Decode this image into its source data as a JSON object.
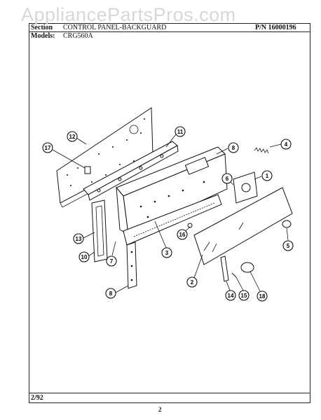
{
  "watermark": "AppliancePartsPros.com",
  "header": {
    "section_label": "Section",
    "section_value": "CONTROL PANEL-BACKGUARD",
    "pn": "P/N 16000196",
    "models_label": "Models:",
    "models_value": "CRG560A"
  },
  "footer": {
    "date": "2/92",
    "page": "2"
  },
  "callouts": [
    {
      "id": "c12a",
      "label": "12"
    },
    {
      "id": "c11",
      "label": "11"
    },
    {
      "id": "c17",
      "label": "17"
    },
    {
      "id": "c8a",
      "label": "8"
    },
    {
      "id": "c4",
      "label": "4"
    },
    {
      "id": "c6",
      "label": "6"
    },
    {
      "id": "c1",
      "label": "1"
    },
    {
      "id": "c13",
      "label": "13"
    },
    {
      "id": "c7",
      "label": "7"
    },
    {
      "id": "c10",
      "label": "10"
    },
    {
      "id": "c3",
      "label": "3"
    },
    {
      "id": "c16",
      "label": "16"
    },
    {
      "id": "c5",
      "label": "5"
    },
    {
      "id": "c2",
      "label": "2"
    },
    {
      "id": "c8b",
      "label": "8"
    },
    {
      "id": "c14",
      "label": "14"
    },
    {
      "id": "c15",
      "label": "15"
    },
    {
      "id": "c18",
      "label": "18"
    }
  ]
}
